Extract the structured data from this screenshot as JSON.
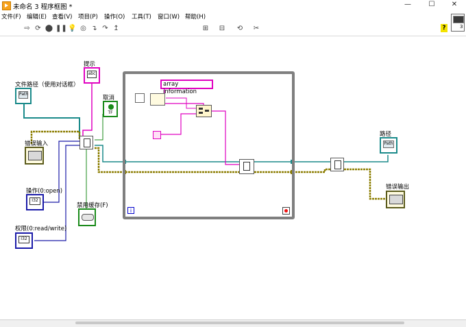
{
  "window": {
    "title": "未命名 3 程序框图 *",
    "controls": [
      "—",
      "☐",
      "✕"
    ]
  },
  "menu": [
    "文件(F)",
    "编辑(E)",
    "查看(V)",
    "项目(P)",
    "操作(O)",
    "工具(T)",
    "窗口(W)",
    "帮助(H)"
  ],
  "toolbar": {
    "font": "17pt 应用程序字体",
    "help": "?",
    "context_number": "3"
  },
  "diagram": {
    "labels": {
      "prompt": "提示",
      "file_path": "文件路径（使用对话框）",
      "cancel": "取消",
      "error_in": "错误输入",
      "operation": "操作(0:open)",
      "permission": "权限(0:read/write)",
      "disable_buffering": "禁用缓存(F)",
      "path_out": "路径",
      "error_out": "错误输出"
    },
    "string_constant": "array information",
    "terminal_text": {
      "path": "Path",
      "string": "abc",
      "enum": "I32",
      "tf": "TF"
    },
    "loop": {
      "iteration_terminal": "i"
    }
  },
  "colors": {
    "file_ref_wire": "#1a8a8a",
    "error_wire": "#8b7d00",
    "enum_wire": "#1a1aa8",
    "string_wire": "#e000c0",
    "boolean_wire": "#1a8a1a",
    "loop_border": "#7f7f7f"
  }
}
